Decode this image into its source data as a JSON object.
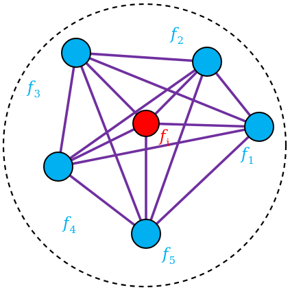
{
  "diagram": {
    "colors": {
      "edge": "#7030a0",
      "node_fill": "#00b0f0",
      "center_fill": "#ff0000",
      "node_stroke": "#000000",
      "boundary": "#000000",
      "outer_label": "#00b0f0",
      "center_label": "#ff0000"
    },
    "boundary_style": "dashed circle",
    "center_node": {
      "id": "fi",
      "label_base": "f",
      "label_sub": "i"
    },
    "outer_nodes": [
      {
        "id": "f1",
        "label_base": "f",
        "label_sub": "1"
      },
      {
        "id": "f2",
        "label_base": "f",
        "label_sub": "2"
      },
      {
        "id": "f3",
        "label_base": "f",
        "label_sub": "3"
      },
      {
        "id": "f4",
        "label_base": "f",
        "label_sub": "4"
      },
      {
        "id": "f5",
        "label_base": "f",
        "label_sub": "5"
      }
    ],
    "edges": [
      [
        "f1",
        "f2"
      ],
      [
        "f1",
        "f3"
      ],
      [
        "f1",
        "f4"
      ],
      [
        "f1",
        "f5"
      ],
      [
        "f2",
        "f3"
      ],
      [
        "f2",
        "f4"
      ],
      [
        "f2",
        "f5"
      ],
      [
        "f3",
        "f4"
      ],
      [
        "f3",
        "f5"
      ],
      [
        "f4",
        "f5"
      ],
      [
        "fi",
        "f1"
      ],
      [
        "fi",
        "f2"
      ],
      [
        "fi",
        "f3"
      ],
      [
        "fi",
        "f4"
      ],
      [
        "fi",
        "f5"
      ]
    ]
  }
}
